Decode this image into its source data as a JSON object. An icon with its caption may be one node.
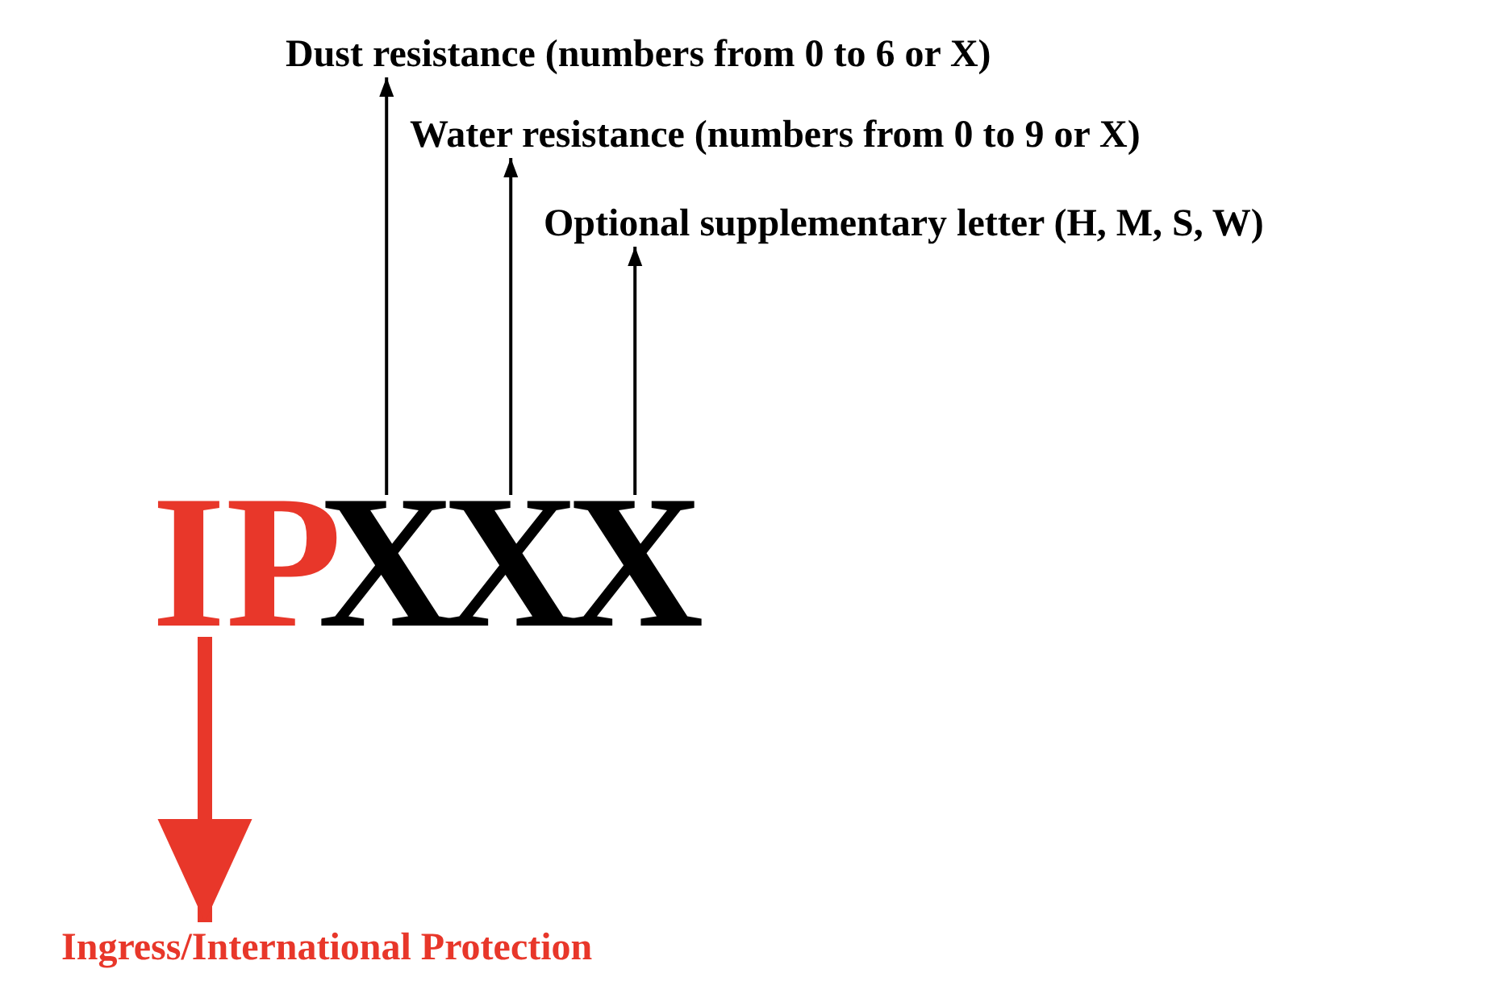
{
  "diagram": {
    "nodes": [
      {
        "text": [
          "Dust resistance (numbers from 0 to 6 or X)"
        ]
      },
      {
        "text": [
          "Water resistance (numbers from 0 to 9 or X)"
        ]
      },
      {
        "text": [
          "Optional supplementary letter (H, M, S, W)"
        ]
      },
      {
        "text": [
          "IP"
        ]
      },
      {
        "text": [
          "X"
        ]
      },
      {
        "text": [
          "X"
        ]
      },
      {
        "text": [
          "X"
        ]
      },
      {
        "text": [
          "Ingress/International Protection"
        ]
      }
    ],
    "edges": [
      {
        "from": 4,
        "to": 0,
        "arrow": "to"
      },
      {
        "from": 5,
        "to": 1,
        "arrow": "to"
      },
      {
        "from": 6,
        "to": 2,
        "arrow": "to"
      },
      {
        "from": 3,
        "to": 7,
        "arrow": "to",
        "style": "thick",
        "color": "#e8372a"
      }
    ]
  }
}
